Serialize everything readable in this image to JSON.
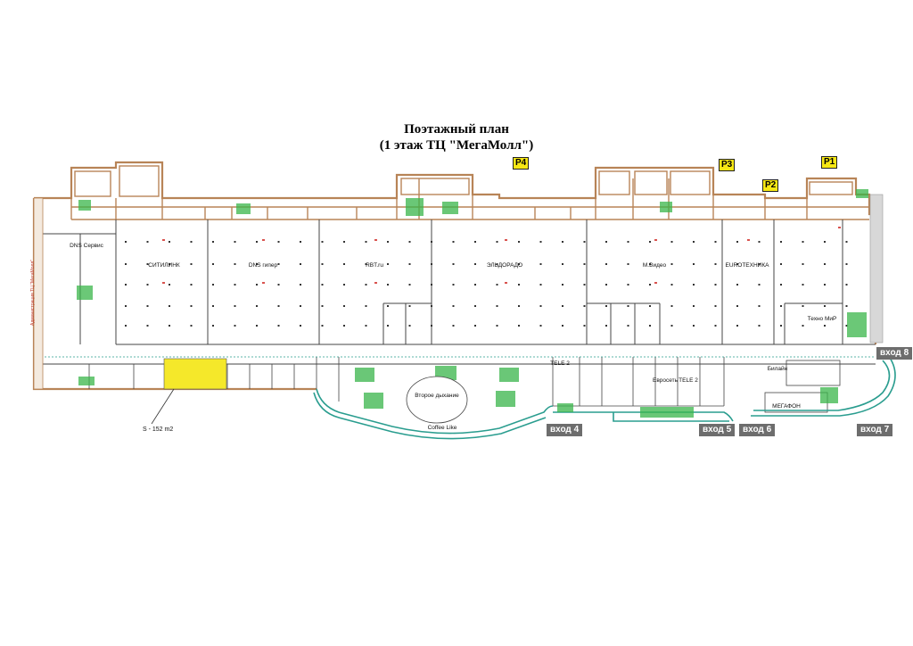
{
  "title": {
    "line1": "Поэтажный план",
    "line2": "(1 этаж ТЦ \"МегаМолл\")"
  },
  "parking_tags": [
    "P4",
    "P3",
    "P2",
    "P1"
  ],
  "entrances": [
    "вход 4",
    "вход 5",
    "вход 6",
    "вход 7",
    "вход 8"
  ],
  "stores": {
    "citilink": "СИТИЛИНК",
    "dns": "DNS гипер",
    "rbt": "RBT.ru",
    "eldorado": "ЭЛЬДОРАДО",
    "mvideo": "М.Видео",
    "eurotechnika": "EUROTEХНИКА",
    "techno_mir": "Техно МиР",
    "dns_service": "DNS Сервис",
    "tele2": "TELE 2",
    "megafon": "МЕГАФОН",
    "beeline": "Билайн",
    "evroset": "Евросеть",
    "coffee": "Coffee Like",
    "vtoroe_dyhanie": "Второе дыхание"
  },
  "highlight": {
    "area_label": "S - 152 m2",
    "color": "#f5e82a"
  },
  "side_label": "Администрация ТЦ \"МегаМолл\"",
  "colors": {
    "wall": "#b88457",
    "wall_dark": "#8a5a32",
    "corridor": "#2a9d8f",
    "green_fill": "#39b54a",
    "tag_yellow": "#f7e814",
    "entrance_gray": "#6d6d6d",
    "grid_red": "#d9534f"
  }
}
